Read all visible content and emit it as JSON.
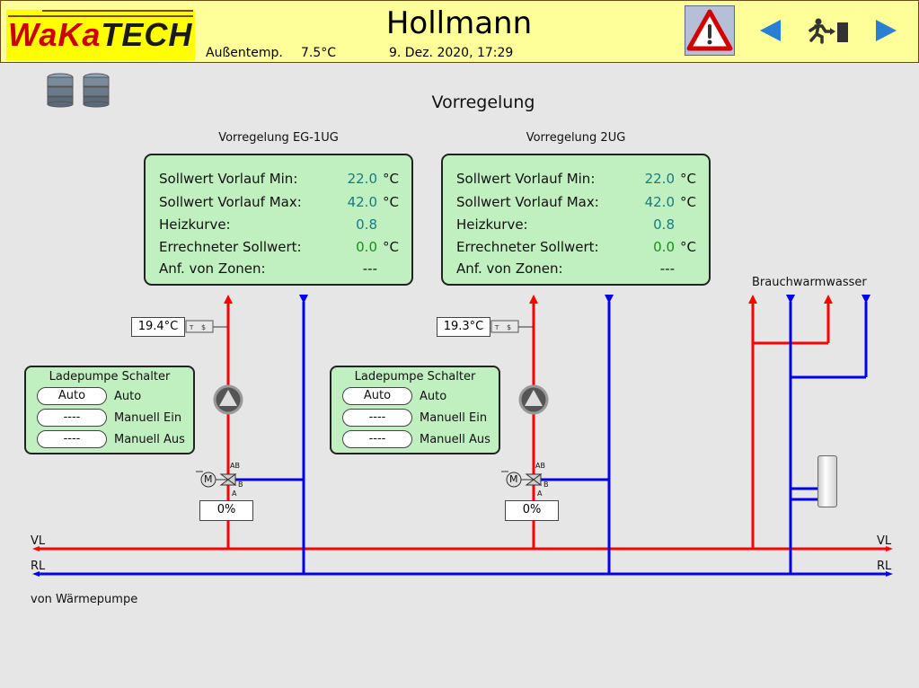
{
  "header": {
    "logo_a": "WaKa",
    "logo_b": "TECH",
    "title": "Hollmann",
    "outside_temp_label": "Außentemp.",
    "outside_temp_value": "7.5°C",
    "datetime": "9. Dez. 2020, 17:29"
  },
  "page": {
    "title": "Vorregelung"
  },
  "panels": [
    {
      "heading": "Vorregelung EG-1UG",
      "rows": [
        {
          "label": "Sollwert Vorlauf Min:",
          "value": "22.0",
          "unit": "°C",
          "color": "#1a7a80"
        },
        {
          "label": "Sollwert Vorlauf Max:",
          "value": "42.0",
          "unit": "°C",
          "color": "#1a7a80"
        },
        {
          "label": "Heizkurve:",
          "value": "0.8",
          "unit": "",
          "color": "#1a7a80"
        },
        {
          "label": "Errechneter Sollwert:",
          "value": "0.0",
          "unit": "°C",
          "color": "#139213"
        },
        {
          "label": "Anf. von Zonen:",
          "value": "---",
          "unit": "",
          "color": "#111111"
        }
      ],
      "temp_reading": "19.4°C",
      "pump": {
        "title": "Ladepumpe Schalter",
        "options": [
          {
            "value": "Auto",
            "label": "Auto"
          },
          {
            "value": "----",
            "label": "Manuell Ein"
          },
          {
            "value": "----",
            "label": "Manuell Aus"
          }
        ]
      },
      "valve_position": "0%"
    },
    {
      "heading": "Vorregelung 2UG",
      "rows": [
        {
          "label": "Sollwert Vorlauf Min:",
          "value": "22.0",
          "unit": "°C",
          "color": "#1a7a80"
        },
        {
          "label": "Sollwert Vorlauf Max:",
          "value": "42.0",
          "unit": "°C",
          "color": "#1a7a80"
        },
        {
          "label": "Heizkurve:",
          "value": "0.8",
          "unit": "",
          "color": "#1a7a80"
        },
        {
          "label": "Errechneter Sollwert:",
          "value": "0.0",
          "unit": "°C",
          "color": "#139213"
        },
        {
          "label": "Anf. von Zonen:",
          "value": "---",
          "unit": "",
          "color": "#111111"
        }
      ],
      "temp_reading": "19.3°C",
      "pump": {
        "title": "Ladepumpe Schalter",
        "options": [
          {
            "value": "Auto",
            "label": "Auto"
          },
          {
            "value": "----",
            "label": "Manuell Ein"
          },
          {
            "value": "----",
            "label": "Manuell Aus"
          }
        ]
      },
      "valve_position": "0%"
    }
  ],
  "diagram": {
    "dhw_label": "Brauchwarmwasser",
    "vl_label": "VL",
    "rl_label": "RL",
    "source_label": "von Wärmepumpe",
    "valve_port_ab": "AB",
    "valve_port_b": "B",
    "valve_port_a": "A",
    "motor_label": "M",
    "sensor_label": "T"
  },
  "colors": {
    "supply": "#ff0000",
    "return": "#0000ee",
    "panel_bg": "#c0f0c0",
    "header_bg": "#ffff99",
    "nav_arrow": "#2a7fd4"
  },
  "icons": {
    "alarm": "warning-triangle-icon",
    "back": "arrow-left-icon",
    "exit": "exit-door-icon",
    "forward": "arrow-right-icon",
    "database": "database-icon"
  }
}
